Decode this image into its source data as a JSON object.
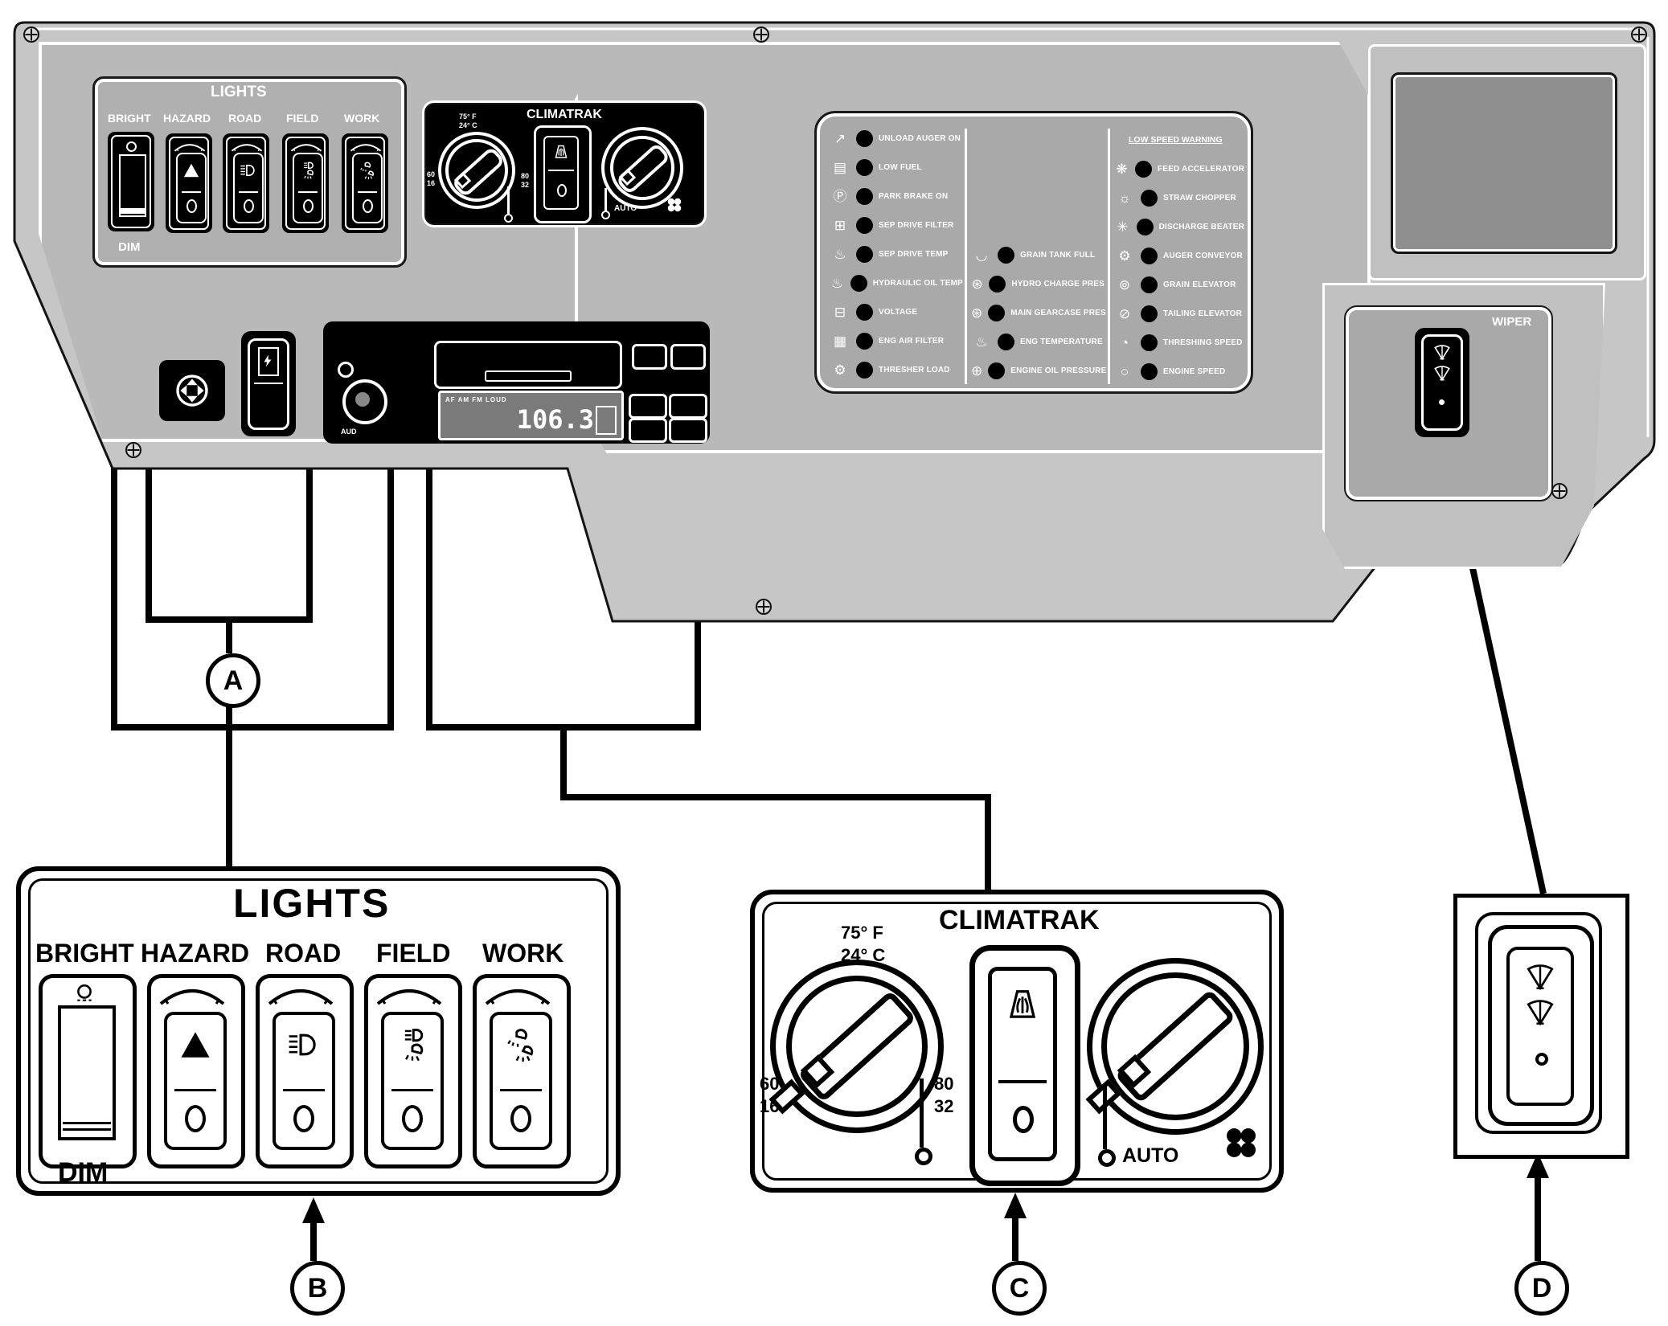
{
  "callouts": {
    "a": "A",
    "b": "B",
    "c": "C",
    "d": "D"
  },
  "lights": {
    "title": "LIGHTS",
    "dim_label": "DIM",
    "switches": [
      {
        "label": "BRIGHT",
        "icon": "dimmer-slider-icon"
      },
      {
        "label": "HAZARD",
        "icon": "hazard-triangle-icon"
      },
      {
        "label": "ROAD",
        "icon": "road-beam-icon"
      },
      {
        "label": "FIELD",
        "icon": "field-lights-icon"
      },
      {
        "label": "WORK",
        "icon": "work-lights-icon"
      }
    ]
  },
  "climatrak": {
    "title": "CLIMATRAK",
    "temp_top_line1": "75° F",
    "temp_top_line2": "24° C",
    "scale_left_top": "60",
    "scale_left_bottom": "16",
    "scale_right_top": "80",
    "scale_right_bottom": "32",
    "auto_label": "AUTO"
  },
  "radio": {
    "frequency": "106.3",
    "flags": "AF   AM FM   LOUD",
    "aud_label": "AUD"
  },
  "wiper": {
    "label": "WIPER"
  },
  "indicators": {
    "left": [
      {
        "icon": "unload-auger-icon",
        "glyph": "↗",
        "label": "UNLOAD AUGER ON"
      },
      {
        "icon": "low-fuel-icon",
        "glyph": "▤",
        "label": "LOW FUEL"
      },
      {
        "icon": "park-brake-icon",
        "glyph": "Ⓟ",
        "label": "PARK BRAKE ON"
      },
      {
        "icon": "sep-drive-filter-icon",
        "glyph": "⊞",
        "label": "SEP DRIVE FILTER"
      },
      {
        "icon": "sep-drive-temp-icon",
        "glyph": "♨",
        "label": "SEP DRIVE TEMP"
      },
      {
        "icon": "hydraulic-oil-temp-icon",
        "glyph": "♨",
        "label": "HYDRAULIC OIL TEMP"
      },
      {
        "icon": "voltage-icon",
        "glyph": "⊟",
        "label": "VOLTAGE"
      },
      {
        "icon": "eng-air-filter-icon",
        "glyph": "▦",
        "label": "ENG AIR FILTER"
      },
      {
        "icon": "thresher-load-icon",
        "glyph": "⚙",
        "label": "THRESHER LOAD"
      }
    ],
    "middle": [
      {
        "icon": "grain-tank-full-icon",
        "glyph": "◡",
        "label": "GRAIN TANK FULL"
      },
      {
        "icon": "hydro-charge-pres-icon",
        "glyph": "⊛",
        "label": "HYDRO CHARGE PRES"
      },
      {
        "icon": "main-gearcase-pres-icon",
        "glyph": "⊛",
        "label": "MAIN GEARCASE PRES"
      },
      {
        "icon": "eng-temperature-icon",
        "glyph": "♨",
        "label": "ENG TEMPERATURE"
      },
      {
        "icon": "engine-oil-pressure-icon",
        "glyph": "⊕",
        "label": "ENGINE OIL PRESSURE"
      }
    ],
    "right_header": "LOW SPEED WARNING",
    "right": [
      {
        "icon": "feed-accelerator-icon",
        "glyph": "❋",
        "label": "FEED ACCELERATOR"
      },
      {
        "icon": "straw-chopper-icon",
        "glyph": "☼",
        "label": "STRAW CHOPPER"
      },
      {
        "icon": "discharge-beater-icon",
        "glyph": "✳",
        "label": "DISCHARGE BEATER"
      },
      {
        "icon": "auger-conveyor-icon",
        "glyph": "⚙",
        "label": "AUGER CONVEYOR"
      },
      {
        "icon": "grain-elevator-icon",
        "glyph": "⊚",
        "label": "GRAIN ELEVATOR"
      },
      {
        "icon": "tailing-elevator-icon",
        "glyph": "⊘",
        "label": "TAILING ELEVATOR"
      },
      {
        "icon": "threshing-speed-icon",
        "glyph": "◔",
        "label": "THRESHING SPEED"
      },
      {
        "icon": "engine-speed-icon",
        "glyph": "○",
        "label": "ENGINE SPEED"
      }
    ]
  },
  "colors": {
    "console": "#c6c6c6",
    "face": "#b9b9b9",
    "panel": "#a9a9a9",
    "black_panel": "#000000",
    "screen": "#8f8f8f",
    "line": "#000000"
  }
}
